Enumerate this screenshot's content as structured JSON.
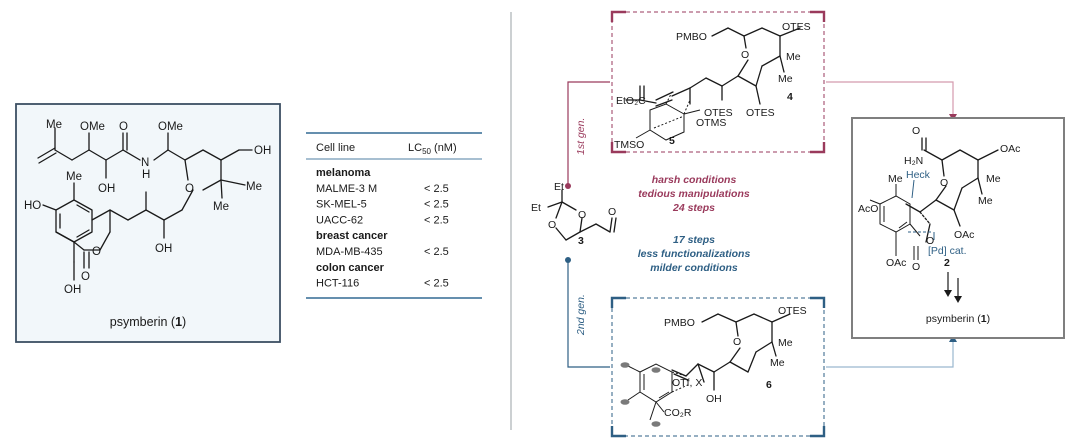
{
  "colors": {
    "first_gen": "#9a3a5c",
    "second_gen": "#2e5f84",
    "box_border": "#3c4f63",
    "box_fill": "#f2f7fa",
    "divider": "#9aa0a6",
    "table_rule": "#4f7fa3"
  },
  "left_panel": {
    "atoms": {
      "me1": "Me",
      "ome1": "OMe",
      "o1": "O",
      "ome2": "OMe",
      "oh1": "OH",
      "n": "N",
      "h": "H",
      "oh2": "OH",
      "o_ring": "O",
      "me2": "Me",
      "me3": "Me",
      "ho1": "HO",
      "o_lac": "O",
      "oh3": "OH",
      "o_carb": "O",
      "oh4": "OH",
      "me_ar": "Me"
    },
    "caption_prefix": "psymberin (",
    "caption_num": "1",
    "caption_suffix": ")"
  },
  "table": {
    "col1": "Cell line",
    "col2_pre": "LC",
    "col2_sub": "50",
    "col2_post": " (nM)",
    "rows": [
      {
        "kind": "group",
        "name": "melanoma",
        "value": ""
      },
      {
        "kind": "cell",
        "name": "MALME-3 M",
        "value": "< 2.5"
      },
      {
        "kind": "cell",
        "name": "SK-MEL-5",
        "value": "< 2.5"
      },
      {
        "kind": "cell",
        "name": "UACC-62",
        "value": "< 2.5"
      },
      {
        "kind": "group",
        "name": "breast cancer",
        "value": ""
      },
      {
        "kind": "cell",
        "name": "MDA-MB-435",
        "value": "< 2.5"
      },
      {
        "kind": "group",
        "name": "colon cancer",
        "value": ""
      },
      {
        "kind": "cell",
        "name": "HCT-116",
        "value": "< 2.5"
      }
    ]
  },
  "scheme": {
    "first_gen_label": "1st gen.",
    "second_gen_label": "2nd gen.",
    "first_conditions": [
      "harsh conditions",
      "tedious manipulations",
      "24 steps"
    ],
    "second_conditions": [
      "17 steps",
      "less functionalizations",
      "milder conditions"
    ],
    "start": {
      "et1": "Et",
      "et2": "Et",
      "o1": "O",
      "o2": "O",
      "o3": "O",
      "num": "3"
    },
    "top": {
      "pmbo": "PMBO",
      "otes1": "OTES",
      "o": "O",
      "me1": "Me",
      "me2": "Me",
      "eto2c": "EtO₂C",
      "otes2": "OTES",
      "otes3": "OTES",
      "otms1": "OTMS",
      "tmso": "TMSO",
      "num4": "4",
      "num5": "5"
    },
    "bottom": {
      "pmbo": "PMBO",
      "otes": "OTES",
      "o": "O",
      "me1": "Me",
      "me2": "Me",
      "otf": "OTf, X",
      "co2r": "CO₂R",
      "oh": "OH",
      "num6": "6"
    },
    "right": {
      "h2n": "H₂N",
      "o1": "O",
      "oac1": "OAc",
      "o2": "O",
      "me1": "Me",
      "me2": "Me",
      "me_ar": "Me",
      "heck": "Heck",
      "aco": "AcO",
      "oac2": "OAc",
      "pd": "[Pd] cat.",
      "oac3": "OAc",
      "o3": "O",
      "o4": "O",
      "num2": "2",
      "product_prefix": "psymberin (",
      "product_num": "1",
      "product_suffix": ")"
    }
  }
}
